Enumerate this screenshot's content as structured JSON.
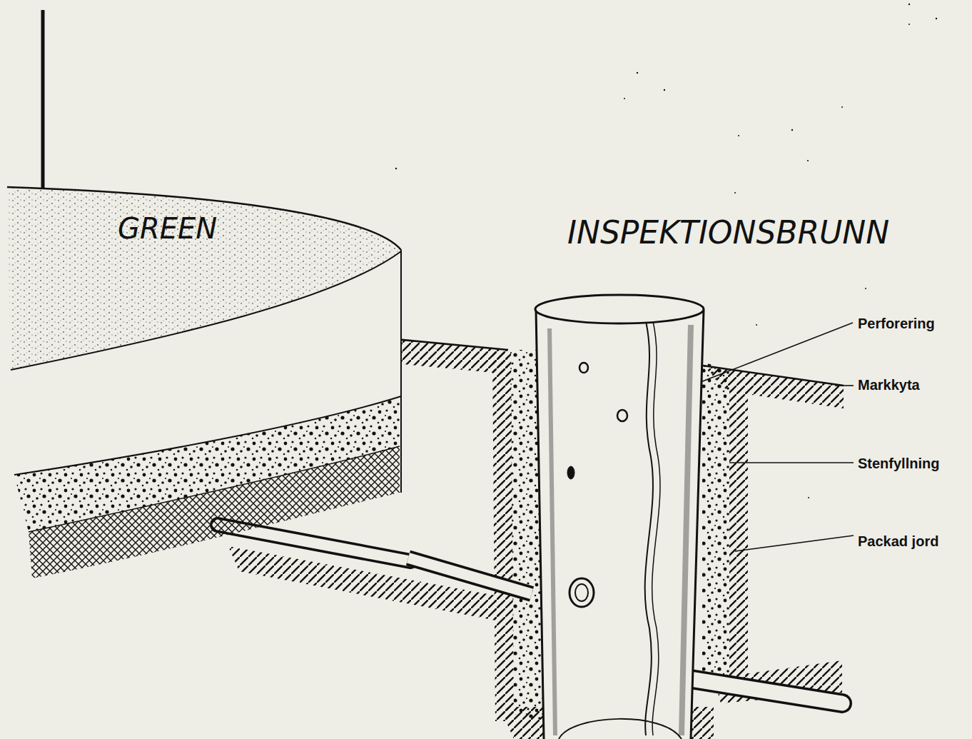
{
  "diagram": {
    "nodes": [
      {
        "text": [
          "GREEN"
        ]
      },
      {
        "text": [
          "INSPEKTIONSBRUNN"
        ]
      }
    ],
    "edges": [
      {
        "from": 0,
        "to": 1,
        "arrow": "none"
      }
    ],
    "labels": [
      "Perforering",
      "Markkyta",
      "Stenfyllning",
      "Packad jord"
    ]
  }
}
